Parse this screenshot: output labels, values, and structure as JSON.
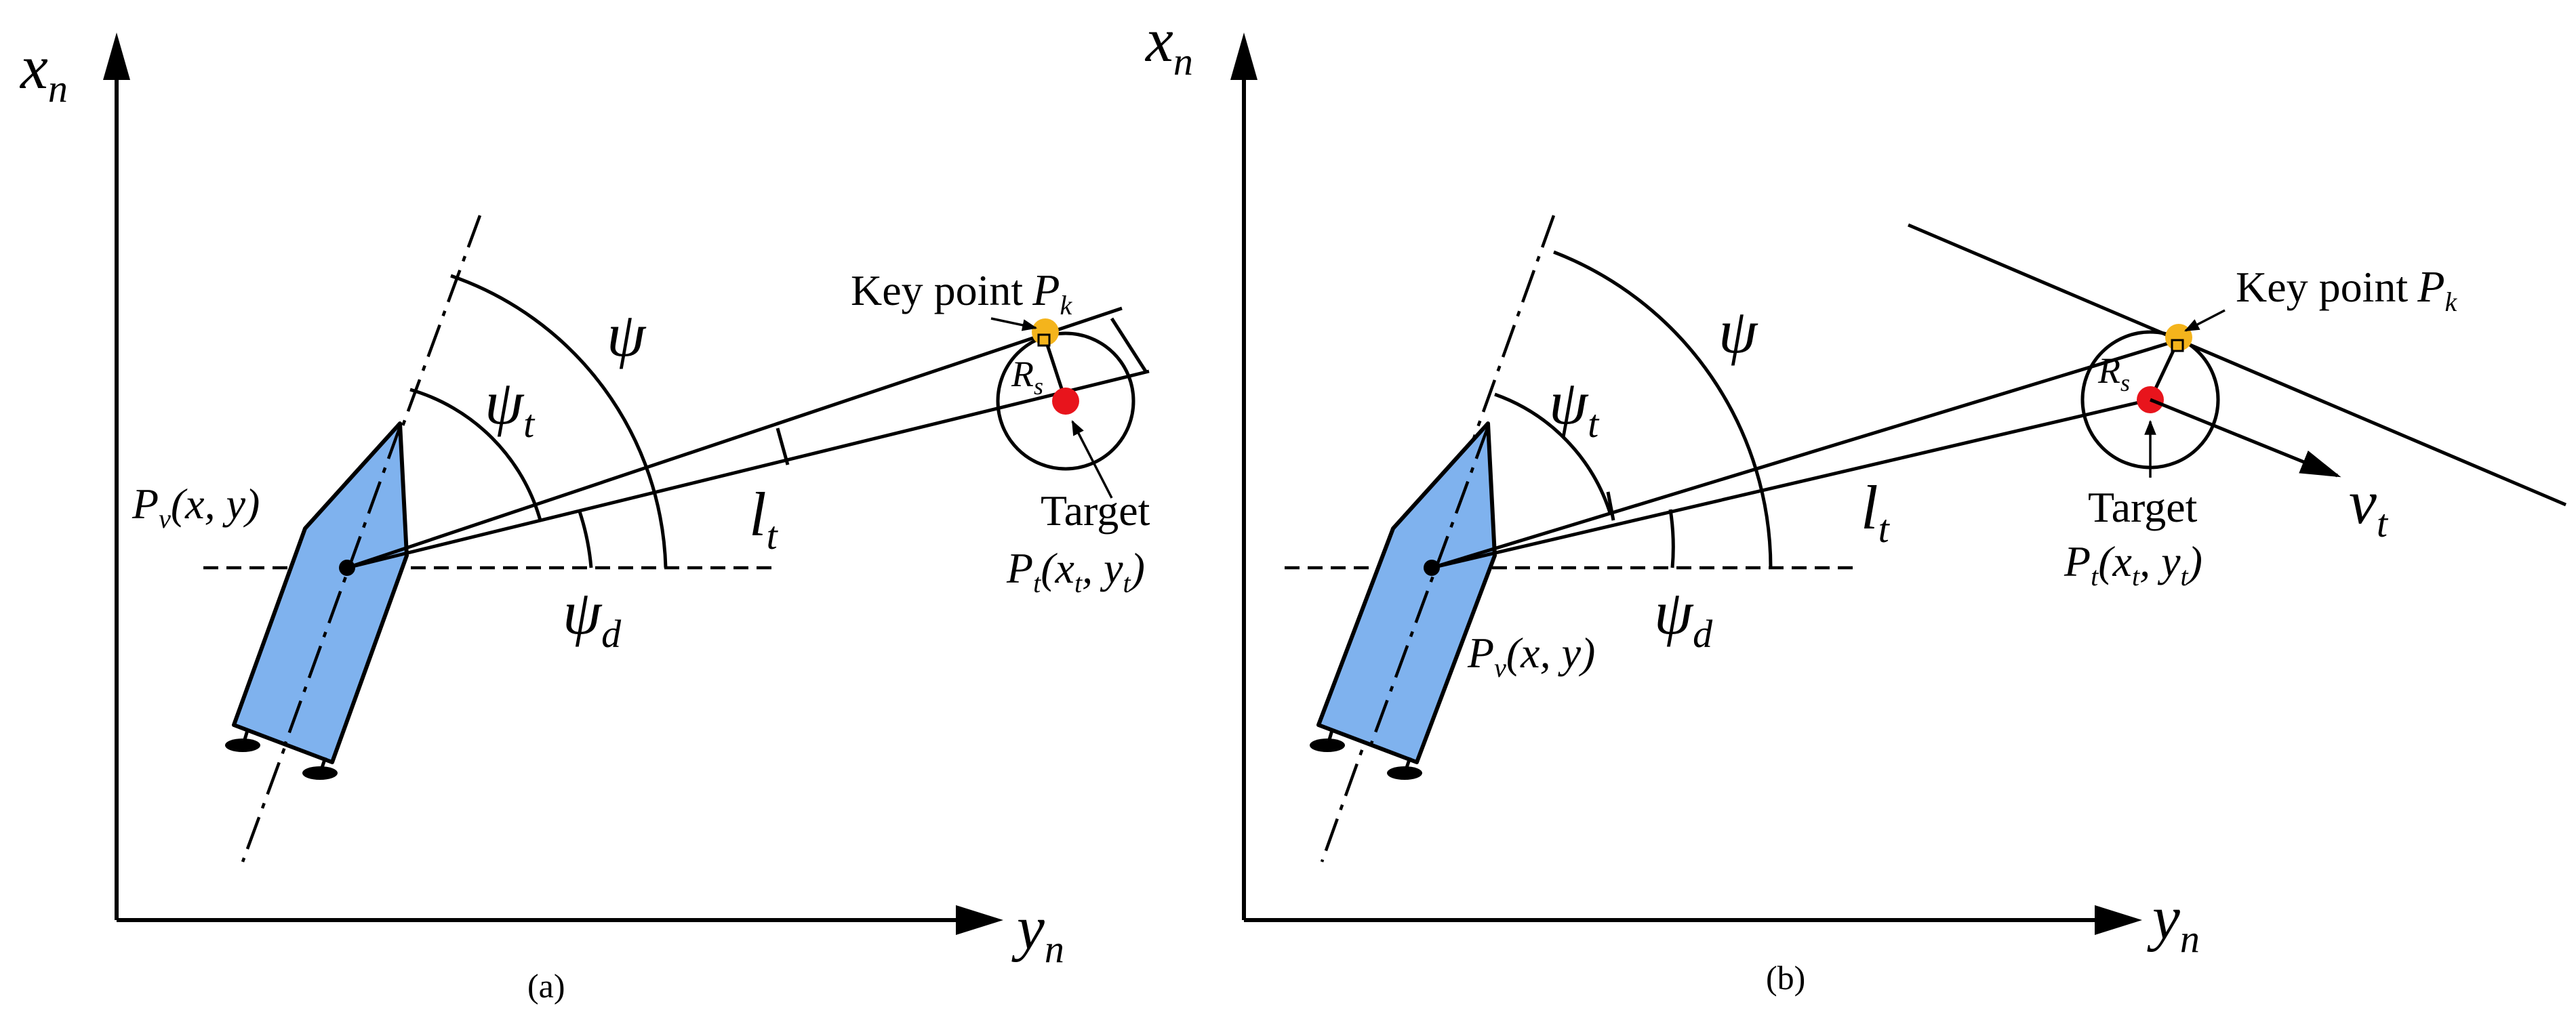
{
  "colors": {
    "boat_fill": "#7fb2ee",
    "key_point": "#f4b41c",
    "target": "#e8141c",
    "line": "#000000"
  },
  "panels": [
    {
      "caption": "(a)",
      "axis_vertical": {
        "base": "x",
        "sub": "n"
      },
      "axis_horizontal": {
        "base": "y",
        "sub": "n"
      },
      "angle_heading": {
        "base": "ψ",
        "sub": ""
      },
      "angle_target": {
        "base": "ψ",
        "sub": "t"
      },
      "angle_desired": {
        "base": "ψ",
        "sub": "d"
      },
      "los_length": {
        "base": "l",
        "sub": "t"
      },
      "vessel_position": {
        "base": "P",
        "sub": "v",
        "args": "(x, y)"
      },
      "key_point_text": "Key point",
      "key_point_symbol": {
        "base": "P",
        "sub": "k"
      },
      "radius_symbol": {
        "base": "R",
        "sub": "s"
      },
      "target_text": "Target",
      "target_position": {
        "base": "P",
        "sub": "t",
        "args_open": "(x",
        "args_sub1": "t",
        "args_mid": ", y",
        "args_sub2": "t",
        "args_close": ")"
      }
    },
    {
      "caption": "(b)",
      "axis_vertical": {
        "base": "x",
        "sub": "n"
      },
      "axis_horizontal": {
        "base": "y",
        "sub": "n"
      },
      "angle_heading": {
        "base": "ψ",
        "sub": ""
      },
      "angle_target": {
        "base": "ψ",
        "sub": "t"
      },
      "angle_desired": {
        "base": "ψ",
        "sub": "d"
      },
      "los_length": {
        "base": "l",
        "sub": "t"
      },
      "vessel_position": {
        "base": "P",
        "sub": "v",
        "args": "(x, y)"
      },
      "key_point_text": "Key point",
      "key_point_symbol": {
        "base": "P",
        "sub": "k"
      },
      "radius_symbol": {
        "base": "R",
        "sub": "s"
      },
      "target_text": "Target",
      "target_position": {
        "base": "P",
        "sub": "t",
        "args_open": "(x",
        "args_sub1": "t",
        "args_mid": ", y",
        "args_sub2": "t",
        "args_close": ")"
      },
      "target_velocity": {
        "base": "v",
        "sub": "t"
      }
    }
  ]
}
